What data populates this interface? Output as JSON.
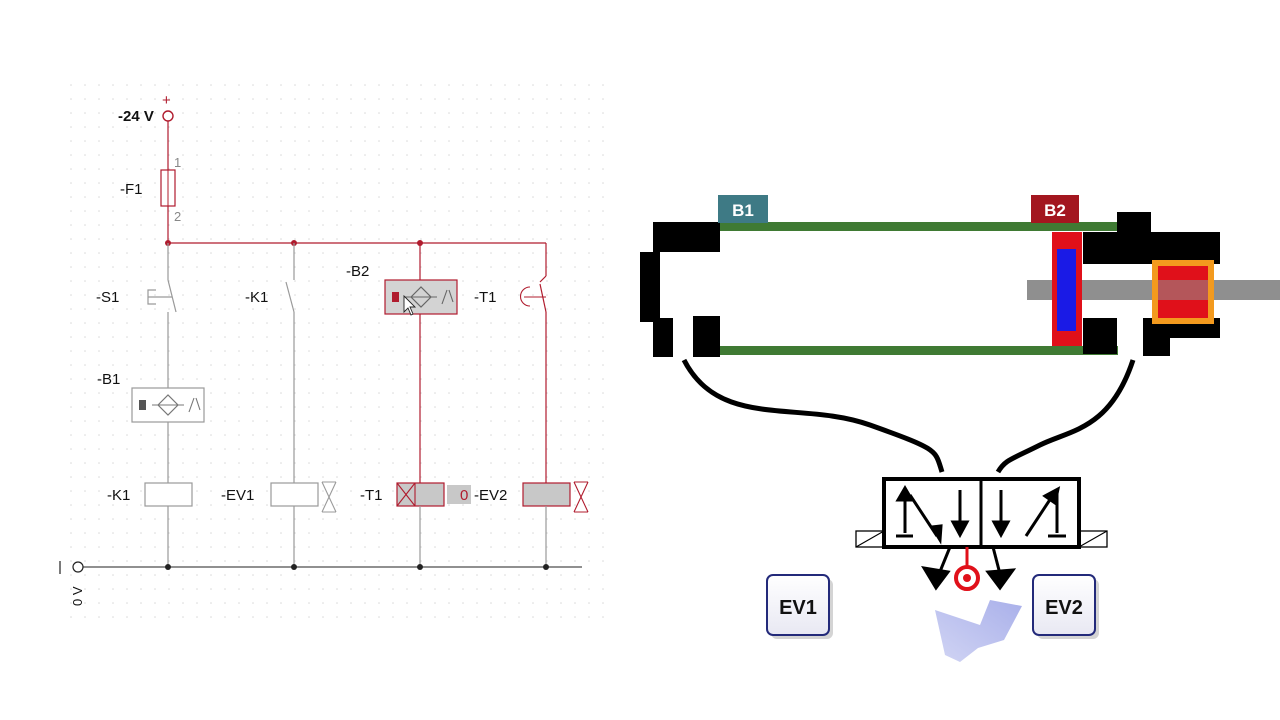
{
  "circuit": {
    "supply_label": "-24 V",
    "supply_plus": "+",
    "fuse_label": "-F1",
    "fuse_pin_top": "1",
    "fuse_pin_bottom": "2",
    "s1_label": "-S1",
    "k1_contact_label": "-K1",
    "b2_label": "-B2",
    "t1_contact_label": "-T1",
    "b1_label": "-B1",
    "k1_coil_label": "-K1",
    "ev1_coil_label": "-EV1",
    "t1_coil_label": "-T1",
    "timer_counter": "0",
    "ev2_coil_label": "-EV2",
    "ground_label": "0 V",
    "ground_minus": "-"
  },
  "pneumatic": {
    "sensor_b1_tag": "B1",
    "sensor_b2_tag": "B2",
    "ev1_button": "EV1",
    "ev2_button": "EV2"
  },
  "colors": {
    "active_wire": "#b01c2e",
    "inactive_wire": "#9a9a9a",
    "cylinder_rod": "#3f7a33",
    "b1_tag": "#3e7a85",
    "b2_tag": "#a3161f",
    "piston": "#1a1ae6",
    "piston_seal": "#e0101a",
    "cushion_frame": "#f39a1e"
  }
}
